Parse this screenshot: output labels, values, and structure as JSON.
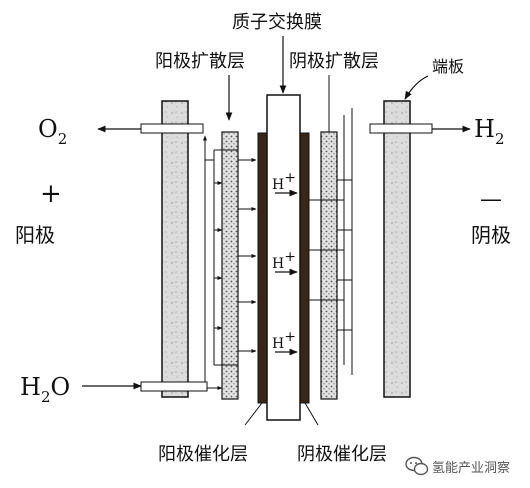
{
  "labels": {
    "pem": "质子交换膜",
    "anode_gdl": "阳极扩散层",
    "cathode_gdl": "阴极扩散层",
    "end_plate": "端板",
    "anode_catalyst": "阳极催化层",
    "cathode_catalyst": "阴极催化层",
    "anode": "阳极",
    "cathode": "阴极",
    "plus": "+",
    "minus": "—",
    "o2_main": "O",
    "o2_sub": "2",
    "h2_main": "H",
    "h2_sub": "2",
    "h2o_h": "H",
    "h2o_sub": "2",
    "h2o_o": "O",
    "proton_main": "H",
    "proton_sup": "+",
    "watermark": "氢能产业洞察"
  },
  "colors": {
    "end_plate_fill": "#d8d8d8",
    "gdl_fill": "#cfcfcf",
    "catalyst_fill": "#3a2616",
    "line": "#111111"
  },
  "icons": [
    "wechat-icon"
  ]
}
